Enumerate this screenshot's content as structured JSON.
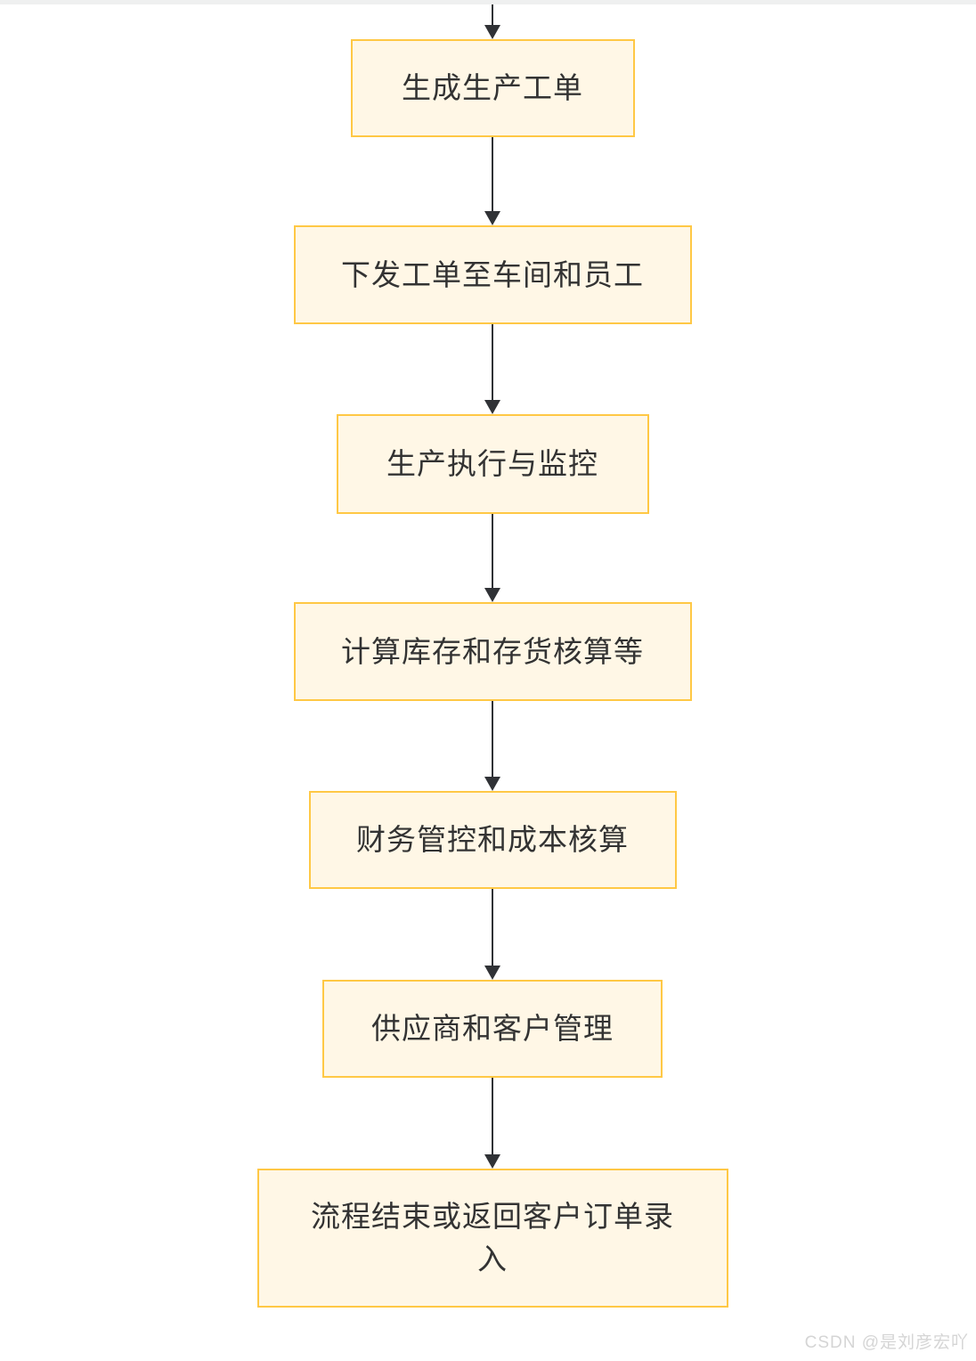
{
  "flowchart": {
    "type": "flowchart",
    "direction": "top-to-bottom",
    "nodes": [
      {
        "id": "generate-work-order",
        "label": "生成生产工单"
      },
      {
        "id": "dispatch-work-order-to-workshop-staff",
        "label": "下发工单至车间和员工"
      },
      {
        "id": "production-execution-and-monitoring",
        "label": "生产执行与监控"
      },
      {
        "id": "inventory-and-stock-accounting",
        "label": "计算库存和存货核算等"
      },
      {
        "id": "financial-control-and-cost-accounting",
        "label": "财务管控和成本核算"
      },
      {
        "id": "supplier-and-customer-management",
        "label": "供应商和客户管理"
      },
      {
        "id": "process-end-or-return-to-order-entry",
        "label": "流程结束或返回客户订单录入"
      }
    ],
    "edges": [
      {
        "from": "offscreen-top",
        "to": "generate-work-order"
      },
      {
        "from": "generate-work-order",
        "to": "dispatch-work-order-to-workshop-staff"
      },
      {
        "from": "dispatch-work-order-to-workshop-staff",
        "to": "production-execution-and-monitoring"
      },
      {
        "from": "production-execution-and-monitoring",
        "to": "inventory-and-stock-accounting"
      },
      {
        "from": "inventory-and-stock-accounting",
        "to": "financial-control-and-cost-accounting"
      },
      {
        "from": "financial-control-and-cost-accounting",
        "to": "supplier-and-customer-management"
      },
      {
        "from": "supplier-and-customer-management",
        "to": "process-end-or-return-to-order-entry"
      }
    ],
    "colors": {
      "node_fill": "#fff7e6",
      "node_border": "#ffc845",
      "node_text": "#333333",
      "edge": "#303236",
      "top_strip": "#eff0f0",
      "page_background": "#ffffff"
    }
  },
  "watermark": {
    "text": "CSDN @是刘彦宏吖"
  }
}
